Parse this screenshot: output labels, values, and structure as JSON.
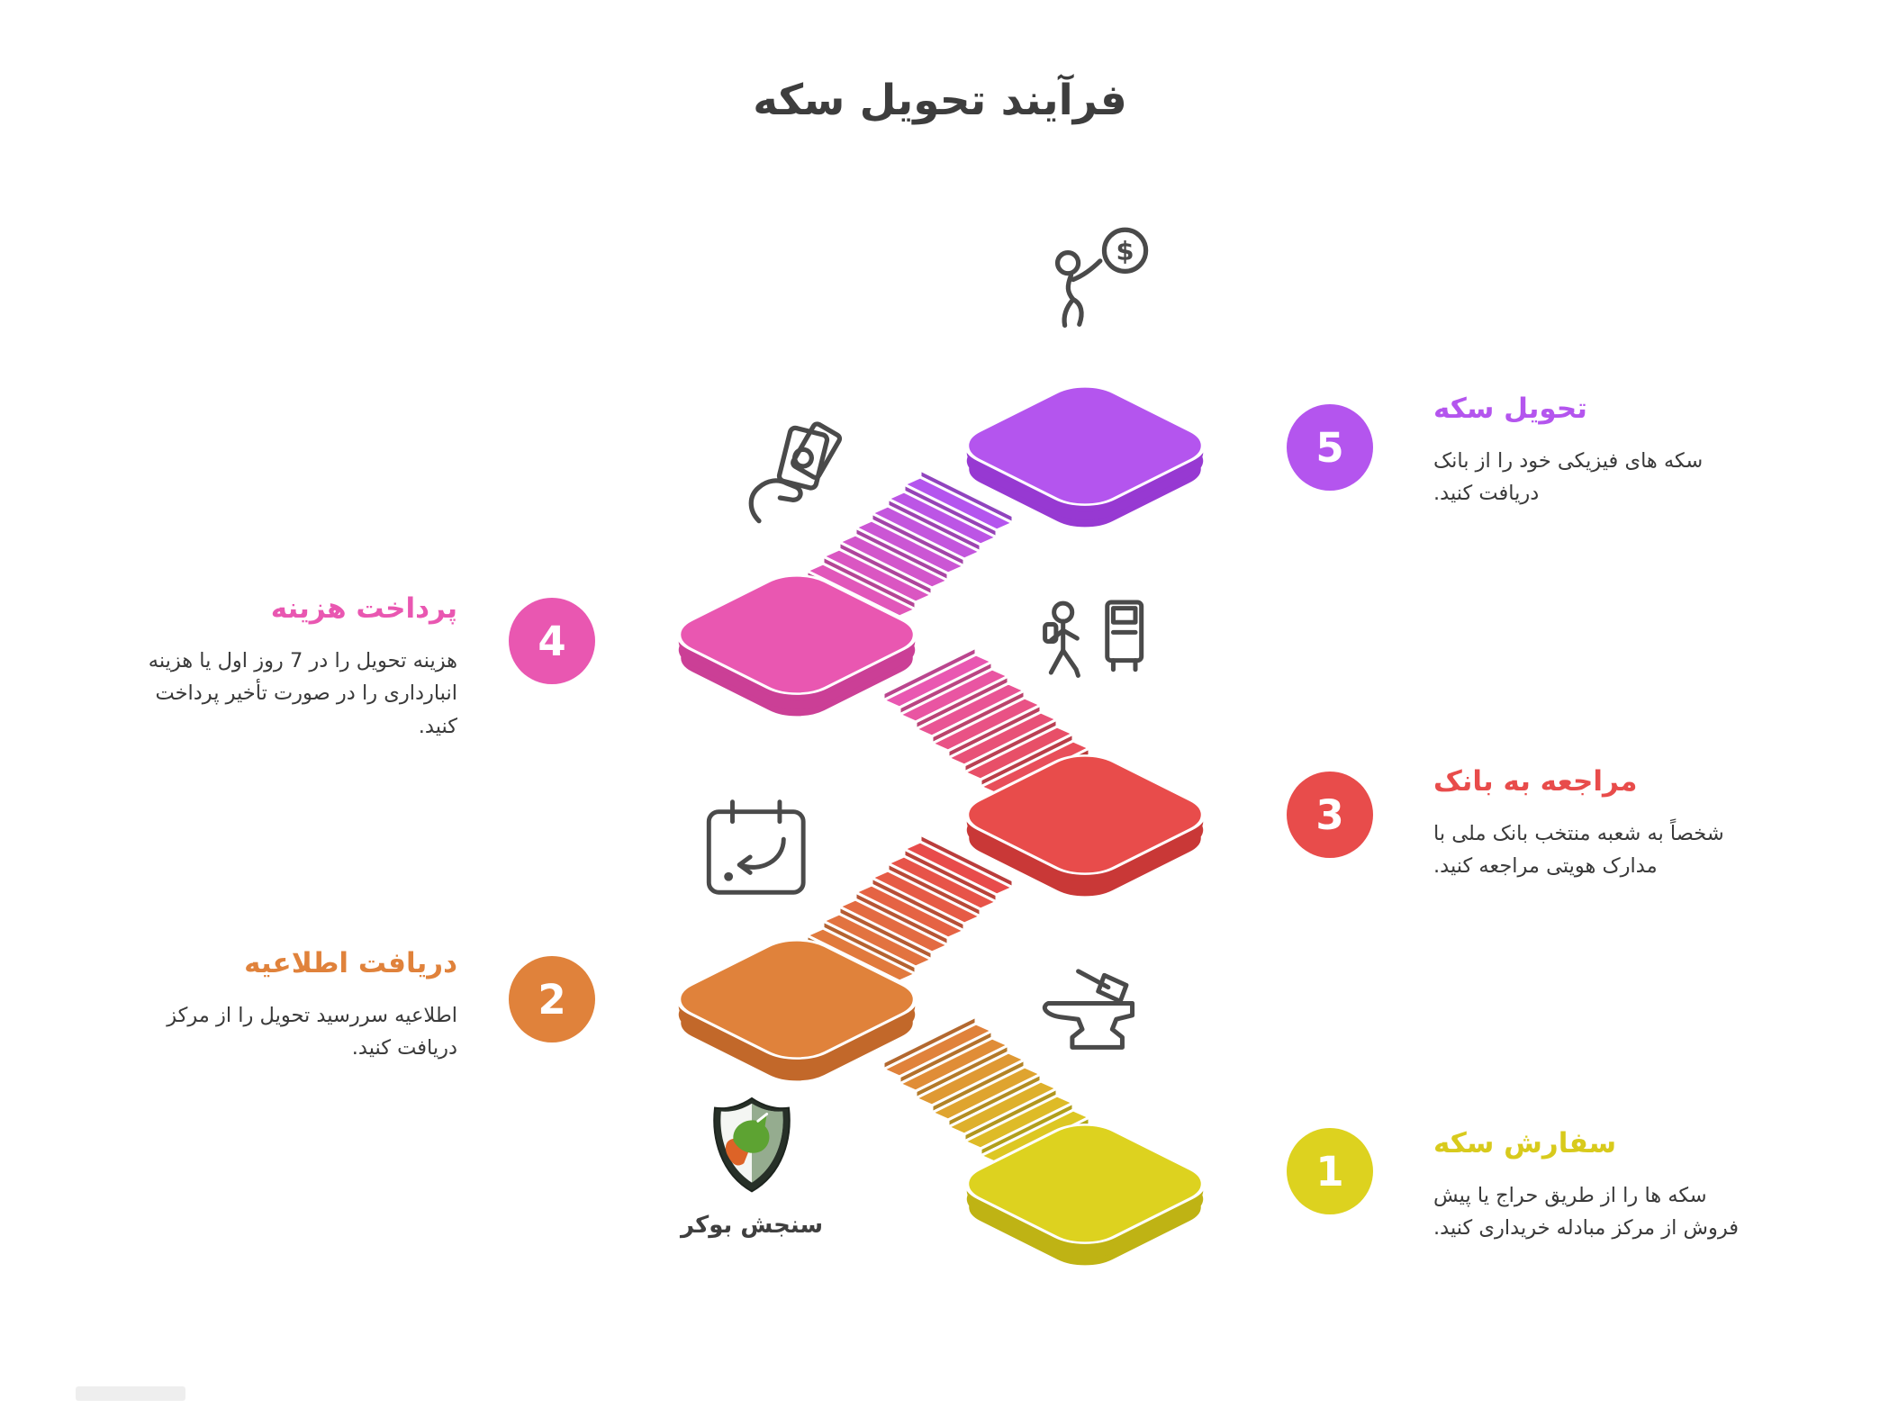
{
  "page": {
    "title": "فرآیند تحویل سکه"
  },
  "steps": [
    {
      "number": "1",
      "title": "سفارش سکه",
      "description": "سکه ها را از طریق حراج یا پیش فروش از مرکز مبادله خریداری کنید.",
      "color": "#ddd21f",
      "dark_color": "#bfb314",
      "title_color": "#d8ca1c",
      "icon": "anvil-icon",
      "side": "right"
    },
    {
      "number": "2",
      "title": "دریافت اطلاعیه",
      "description": "اطلاعیه سررسید تحویل را از مرکز دریافت کنید.",
      "color": "#e0823b",
      "dark_color": "#c2682a",
      "title_color": "#e0823b",
      "icon": "calendar-icon",
      "side": "left"
    },
    {
      "number": "3",
      "title": "مراجعه به بانک",
      "description": "شخصاً به شعبه منتخب بانک ملی با مدارک هویتی مراجعه کنید.",
      "color": "#e84c4b",
      "dark_color": "#c93837",
      "title_color": "#e84c4b",
      "icon": "walking-person-kiosk-icon",
      "side": "right"
    },
    {
      "number": "4",
      "title": "پرداخت هزینه",
      "description": "هزینه تحویل را در 7 روز اول یا هزینه انبارداری را در صورت تأخیر پرداخت کنید.",
      "color": "#e957b1",
      "dark_color": "#cb3f96",
      "title_color": "#e957b1",
      "icon": "hand-money-icon",
      "side": "left"
    },
    {
      "number": "5",
      "title": "تحویل سکه",
      "description": "سکه های فیزیکی خود را از بانک دریافت کنید.",
      "color": "#b455ee",
      "dark_color": "#9739d2",
      "title_color": "#b455ee",
      "icon": "person-coin-icon",
      "side": "right"
    }
  ],
  "logo": {
    "text": "سنجش بوکر"
  }
}
